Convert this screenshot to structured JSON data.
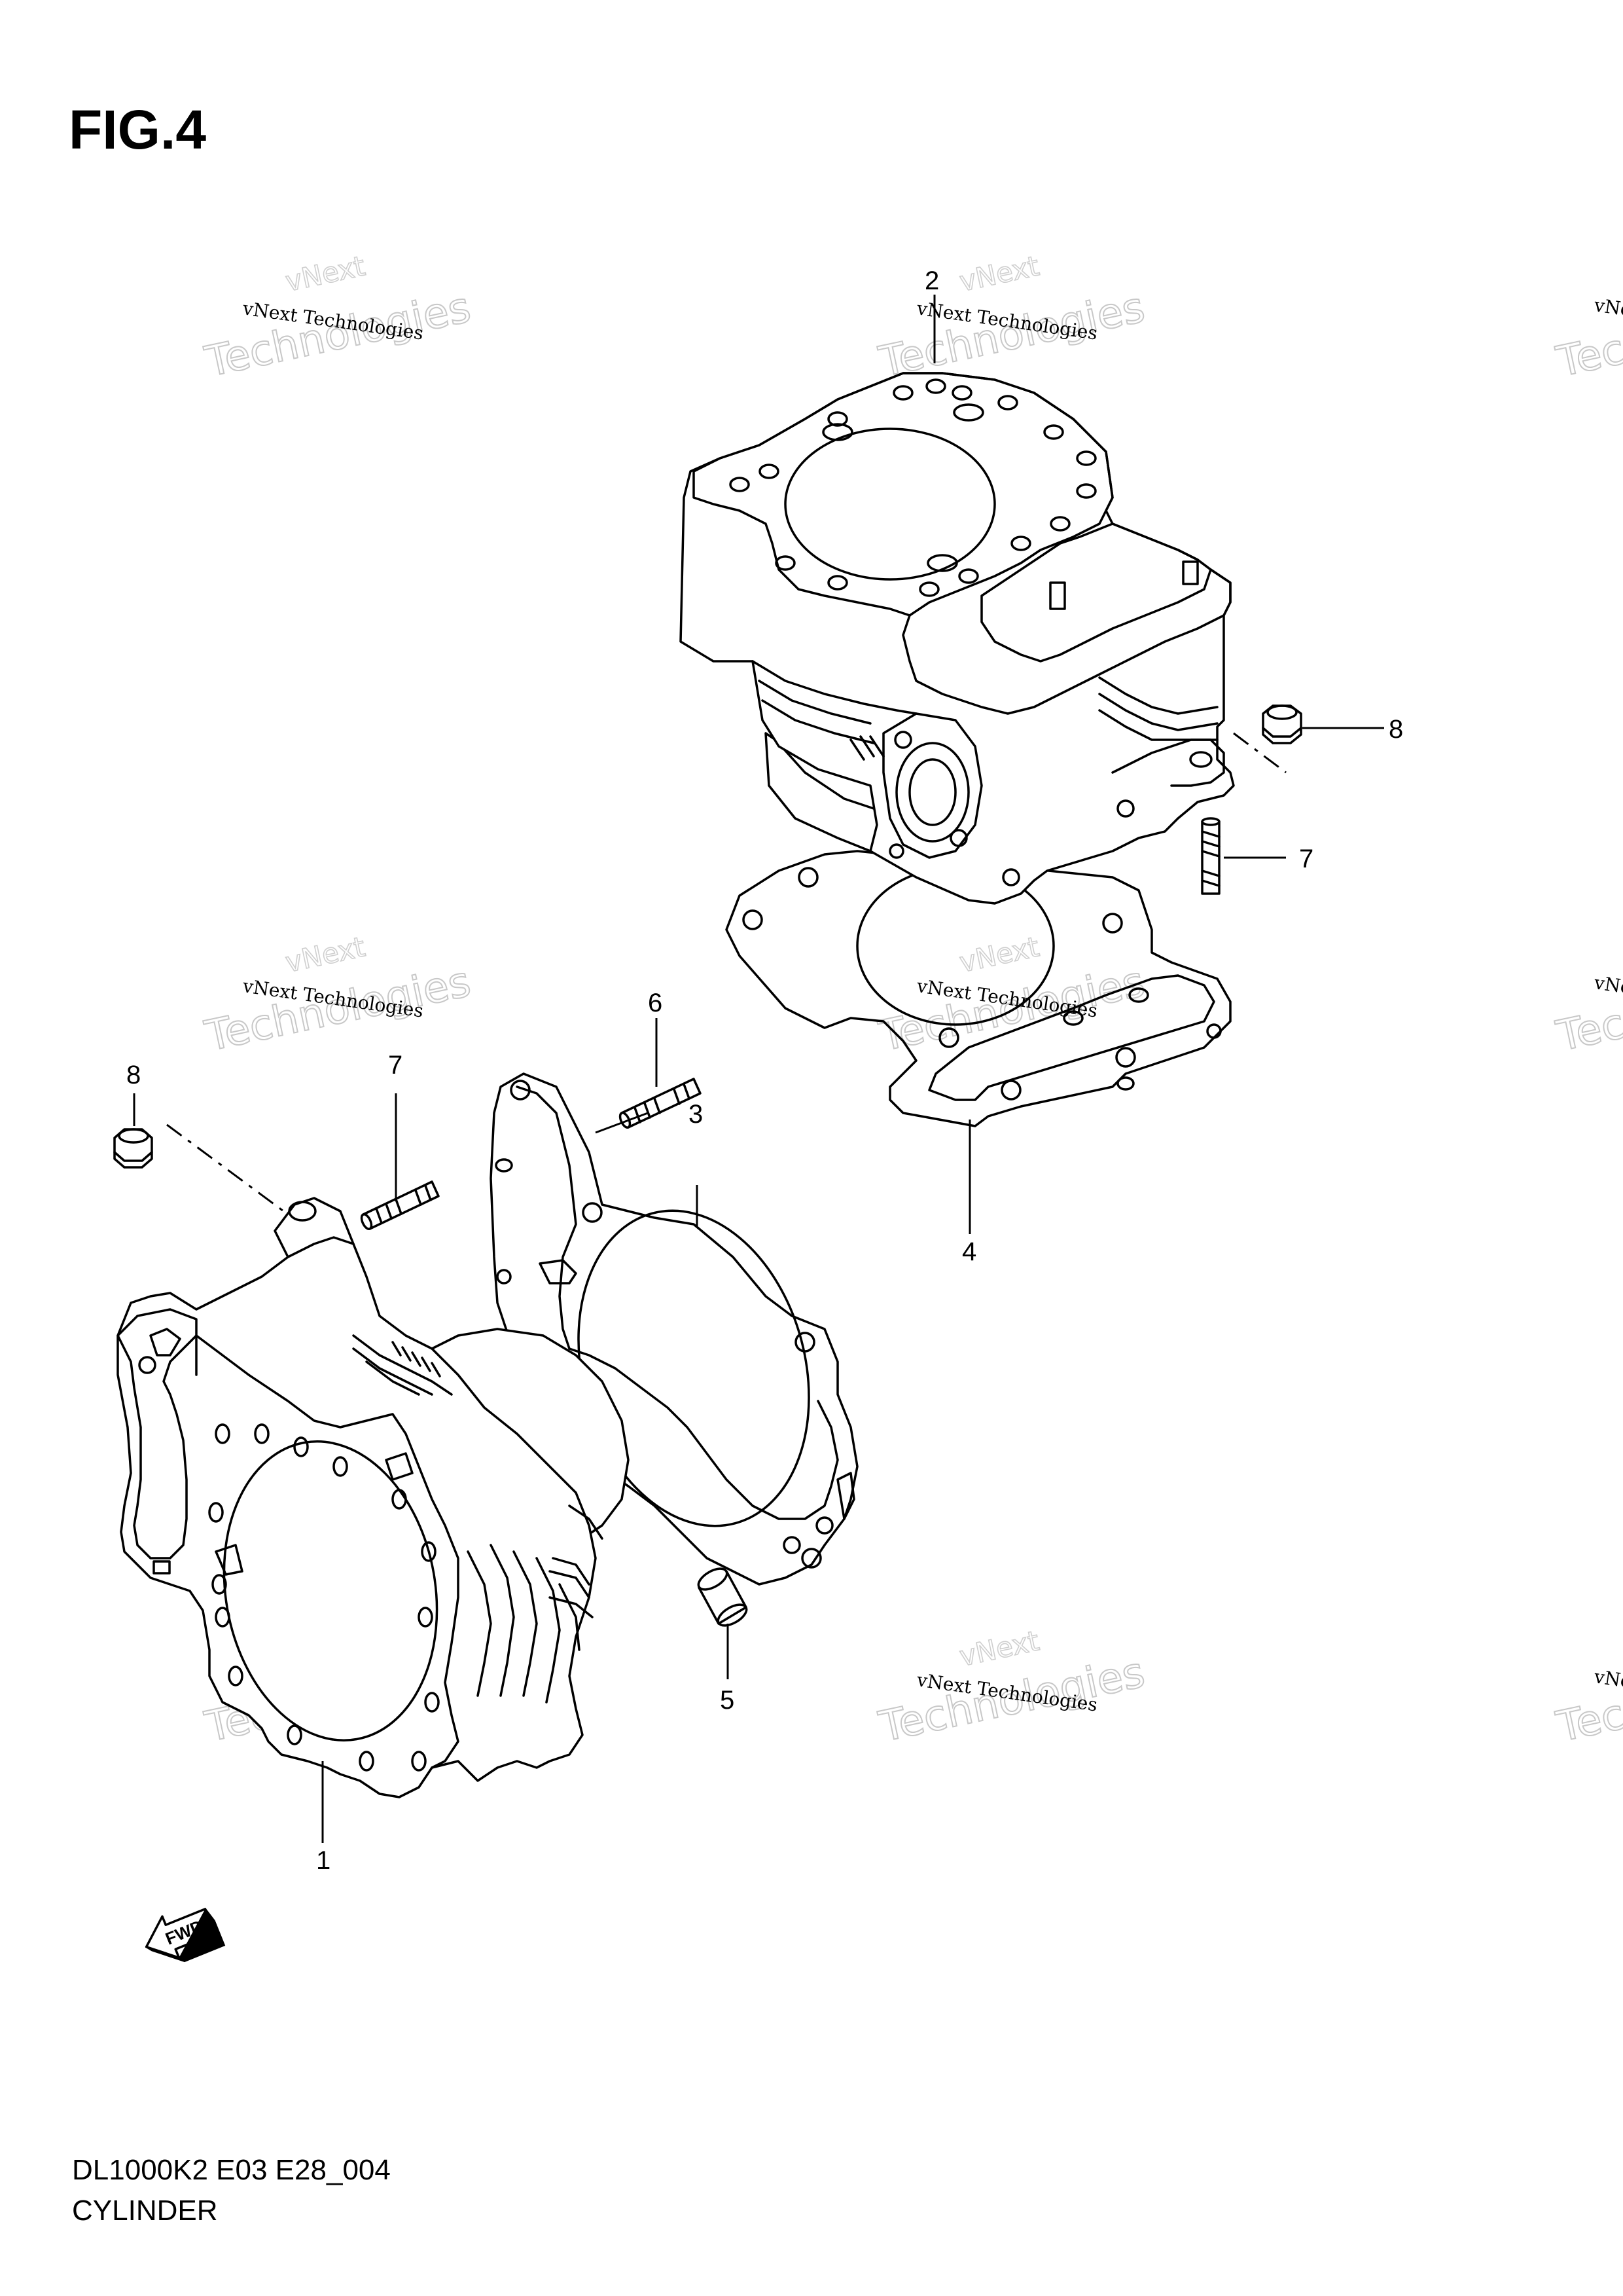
{
  "figure": {
    "title": "FIG.4",
    "code": "DL1000K2 E03 E28_004",
    "name": "CYLINDER"
  },
  "watermark": {
    "line1": "vNext Technologies",
    "line2": "vNext",
    "line3": "Technologies"
  },
  "callouts": [
    {
      "id": "1"
    },
    {
      "id": "2"
    },
    {
      "id": "3"
    },
    {
      "id": "4"
    },
    {
      "id": "5"
    },
    {
      "id": "6"
    },
    {
      "id": "7"
    },
    {
      "id": "7"
    },
    {
      "id": "8"
    },
    {
      "id": "8"
    }
  ],
  "fwd_arrow": {
    "label": "FWD",
    "icon": "fwd-arrow-icon"
  }
}
